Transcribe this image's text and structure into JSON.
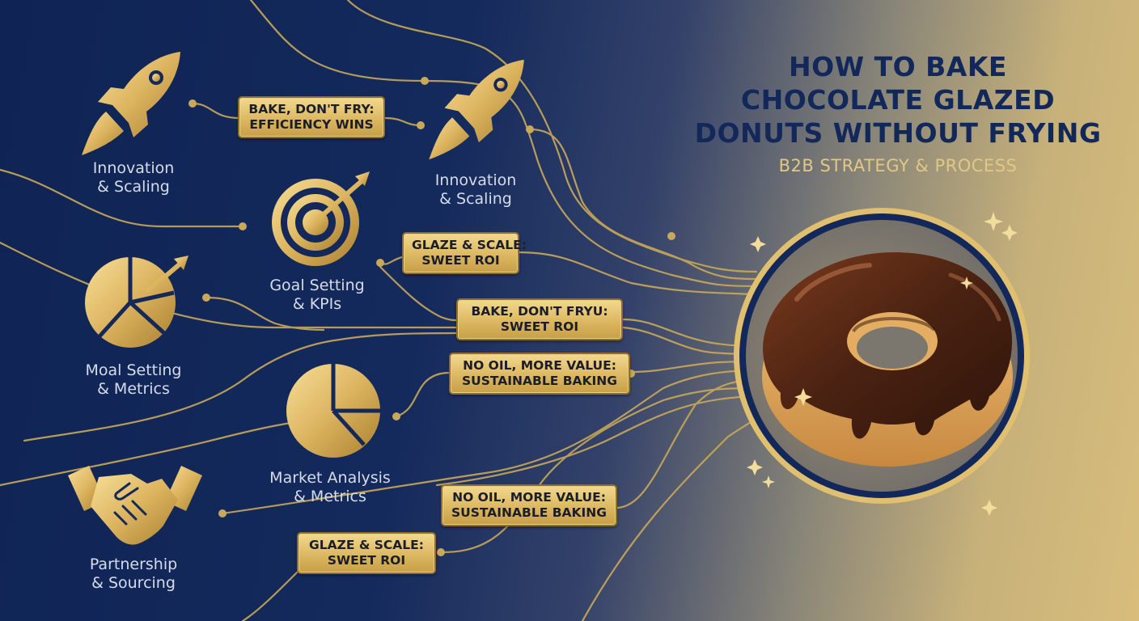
{
  "title": {
    "lines": [
      "HOW TO BAKE",
      "CHOCOLATE GLAZED",
      "DONUTS WITHOUT FRYING"
    ],
    "subtitle": "B2B STRATEGY & PROCESS"
  },
  "nodes": [
    {
      "id": "innovation-left",
      "icon": "rocket-icon",
      "lines": [
        "Innovation",
        "& Scaling"
      ]
    },
    {
      "id": "innovation-center",
      "icon": "rocket-icon",
      "lines": [
        "Innovation",
        "& Scaling"
      ]
    },
    {
      "id": "goal-setting",
      "icon": "target-icon",
      "lines": [
        "Goal Setting",
        "& KPIs"
      ]
    },
    {
      "id": "moal-setting",
      "icon": "pie-chart-arrow-icon",
      "lines": [
        "Moal Setting",
        "& Metrics"
      ]
    },
    {
      "id": "market-analysis",
      "icon": "pie-chart-icon",
      "lines": [
        "Market Analysis",
        "& Metrics"
      ]
    },
    {
      "id": "partnership",
      "icon": "handshake-icon",
      "lines": [
        "Partnership",
        "& Sourcing"
      ]
    }
  ],
  "tags": [
    {
      "id": "tag-1",
      "lines": [
        "BAKE, DON'T FRY:",
        "EFFICIENCY WINS"
      ]
    },
    {
      "id": "tag-2",
      "lines": [
        "GLAZE & SCALE:",
        "SWEET ROI"
      ]
    },
    {
      "id": "tag-3",
      "lines": [
        "BAKE, DON'T FRYU:",
        "SWEET ROI"
      ]
    },
    {
      "id": "tag-4",
      "lines": [
        "NO OIL, MORE VALUE:",
        "SUSTAINABLE BAKING"
      ]
    },
    {
      "id": "tag-5",
      "lines": [
        "NO OIL, MORE VALUE:",
        "SUSTAINABLE BAKING"
      ]
    },
    {
      "id": "tag-6",
      "lines": [
        "GLAZE & SCALE:",
        "SWEET ROI"
      ]
    }
  ],
  "hero": {
    "icon": "chocolate-donut-icon",
    "sparkle_icon": "sparkle-icon"
  },
  "colors": {
    "navy": "#0f2454",
    "gold": "#e0c070",
    "gold_dark": "#a88535",
    "chocolate": "#4a2212",
    "dough": "#e0a85e",
    "ring": "#13285a"
  }
}
